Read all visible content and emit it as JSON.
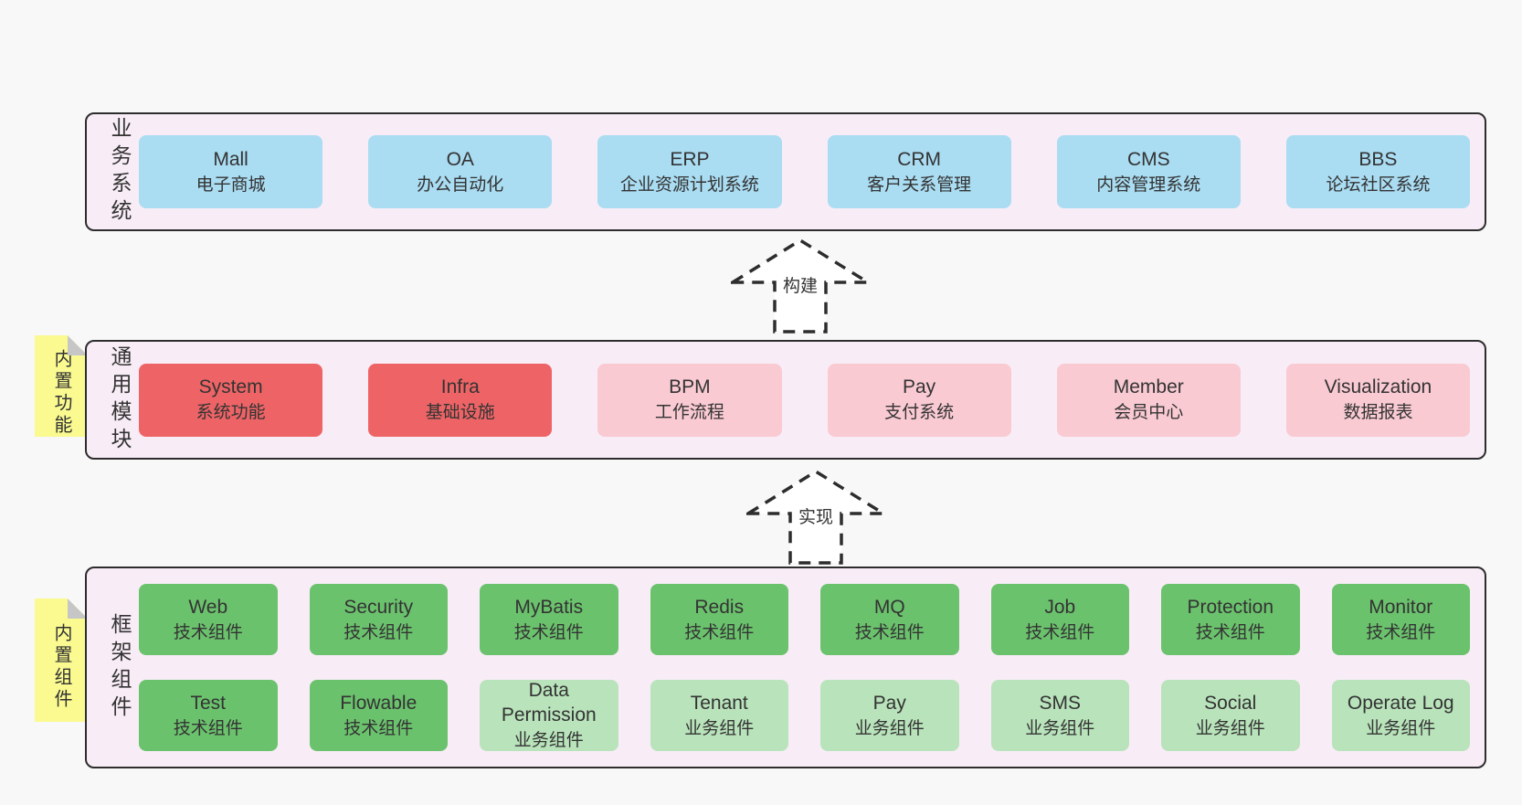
{
  "diagram": {
    "title_hint": "layered architecture diagram",
    "arrows": [
      {
        "label": "构建"
      },
      {
        "label": "实现"
      }
    ],
    "layers": [
      {
        "label": "业务系统",
        "boxes": [
          {
            "name": "Mall",
            "desc": "电子商城",
            "variant": "blue"
          },
          {
            "name": "OA",
            "desc": "办公自动化",
            "variant": "blue"
          },
          {
            "name": "ERP",
            "desc": "企业资源计划系统",
            "variant": "blue"
          },
          {
            "name": "CRM",
            "desc": "客户关系管理",
            "variant": "blue"
          },
          {
            "name": "CMS",
            "desc": "内容管理系统",
            "variant": "blue"
          },
          {
            "name": "BBS",
            "desc": "论坛社区系统",
            "variant": "blue"
          }
        ]
      },
      {
        "label": "通用模块",
        "note": "内置功能",
        "boxes": [
          {
            "name": "System",
            "desc": "系统功能",
            "variant": "red"
          },
          {
            "name": "Infra",
            "desc": "基础设施",
            "variant": "red"
          },
          {
            "name": "BPM",
            "desc": "工作流程",
            "variant": "pink"
          },
          {
            "name": "Pay",
            "desc": "支付系统",
            "variant": "pink"
          },
          {
            "name": "Member",
            "desc": "会员中心",
            "variant": "pink"
          },
          {
            "name": "Visualization",
            "desc": "数据报表",
            "variant": "pink"
          }
        ]
      },
      {
        "label": "框架组件",
        "note": "内置组件",
        "rows": [
          [
            {
              "name": "Web",
              "desc": "技术组件",
              "variant": "green"
            },
            {
              "name": "Security",
              "desc": "技术组件",
              "variant": "green"
            },
            {
              "name": "MyBatis",
              "desc": "技术组件",
              "variant": "green"
            },
            {
              "name": "Redis",
              "desc": "技术组件",
              "variant": "green"
            },
            {
              "name": "MQ",
              "desc": "技术组件",
              "variant": "green"
            },
            {
              "name": "Job",
              "desc": "技术组件",
              "variant": "green"
            },
            {
              "name": "Protection",
              "desc": "技术组件",
              "variant": "green"
            },
            {
              "name": "Monitor",
              "desc": "技术组件",
              "variant": "green"
            }
          ],
          [
            {
              "name": "Test",
              "desc": "技术组件",
              "variant": "green"
            },
            {
              "name": "Flowable",
              "desc": "技术组件",
              "variant": "green"
            },
            {
              "name": "Data Permission",
              "desc": "业务组件",
              "variant": "lightgreen"
            },
            {
              "name": "Tenant",
              "desc": "业务组件",
              "variant": "lightgreen"
            },
            {
              "name": "Pay",
              "desc": "业务组件",
              "variant": "lightgreen"
            },
            {
              "name": "SMS",
              "desc": "业务组件",
              "variant": "lightgreen"
            },
            {
              "name": "Social",
              "desc": "业务组件",
              "variant": "lightgreen"
            },
            {
              "name": "Operate Log",
              "desc": "业务组件",
              "variant": "lightgreen"
            }
          ]
        ]
      }
    ]
  },
  "colors": {
    "page_background": "#f8f8f8",
    "layer_background": "#f8edf6",
    "layer_border": "#2d2d2d",
    "box_blue": "#aadcf2",
    "box_red": "#ee6466",
    "box_pink": "#facad3",
    "box_green": "#6bc26d",
    "box_light_green": "#b9e3bb",
    "sticky_note_yellow": "#fafa91",
    "sticky_note_fold": "#c6c6c6",
    "text": "#333333"
  }
}
